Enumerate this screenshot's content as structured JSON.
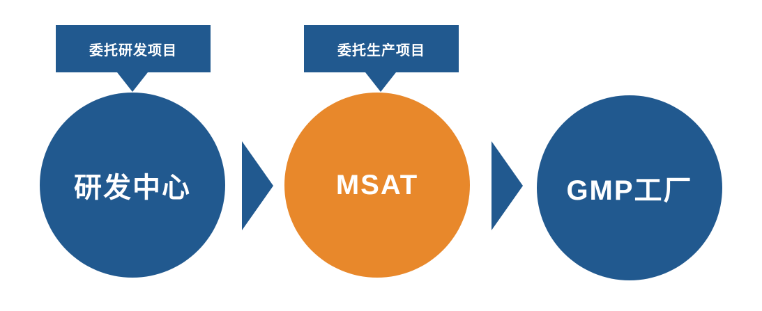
{
  "diagram": {
    "type": "process-flow",
    "callouts": [
      {
        "label": "委托研发项目",
        "points_to": "研发中心"
      },
      {
        "label": "委托生产项目",
        "points_to": "MSAT"
      }
    ],
    "nodes": [
      {
        "label": "研发中心",
        "color": "#21598f"
      },
      {
        "label": "MSAT",
        "color": "#e8882b"
      },
      {
        "label": "GMP工厂",
        "color": "#21598f"
      }
    ],
    "connectors": [
      {
        "from": "研发中心",
        "to": "MSAT",
        "shape": "triangle-right",
        "color": "#21598f"
      },
      {
        "from": "MSAT",
        "to": "GMP工厂",
        "shape": "triangle-right",
        "color": "#21598f"
      }
    ],
    "colors": {
      "blue": "#21598f",
      "orange": "#e8882b",
      "background": "#ffffff",
      "text": "#ffffff"
    }
  }
}
